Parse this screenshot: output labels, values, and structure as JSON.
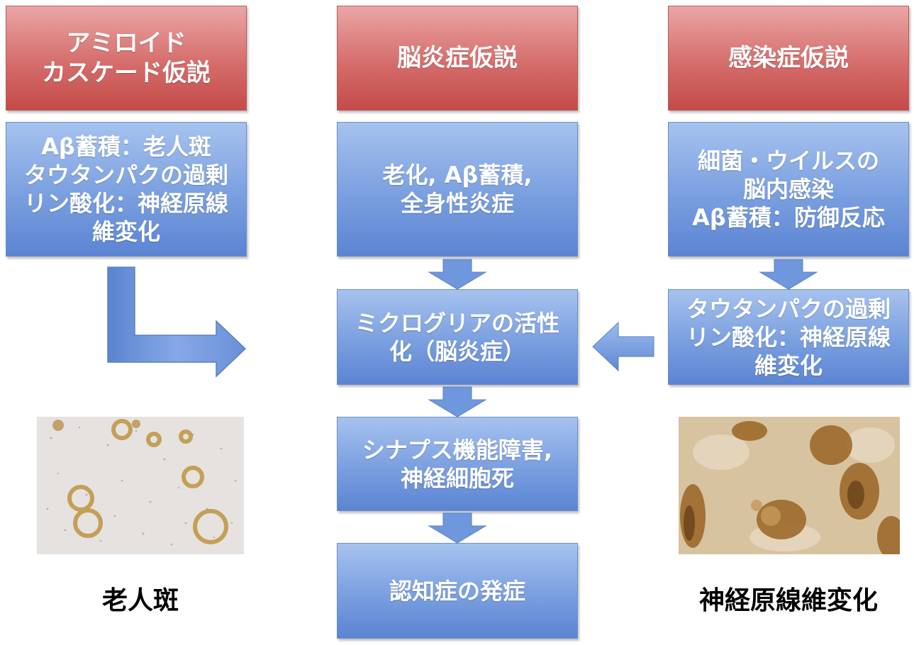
{
  "hypotheses": {
    "amyloid": "アミロイド\nカスケード仮説",
    "inflammation": "脳炎症仮説",
    "infection": "感染症仮説"
  },
  "descriptions": {
    "amyloid": "Aβ蓄積：老人斑\nタウタンパクの過剰\nリン酸化：神経原線\n維変化",
    "inflammation": "老化, Aβ蓄積,\n全身性炎症",
    "infection": "細菌・ウイルスの\n脳内感染\nAβ蓄積：防御反応",
    "infection_tau": "タウタンパクの過剰\nリン酸化：神経原線\n維変化"
  },
  "flow": {
    "microglia": "ミクログリアの活性\n化（脳炎症）",
    "synapse": "シナプス機能障害,\n神経細胞死",
    "onset": "認知症の発症"
  },
  "images": {
    "left_caption": "老人斑",
    "right_caption": "神経原線維変化"
  },
  "colors": {
    "header_red": "#d56d6b",
    "box_blue": "#7a9fe0",
    "arrow_blue": "#6f97de"
  }
}
